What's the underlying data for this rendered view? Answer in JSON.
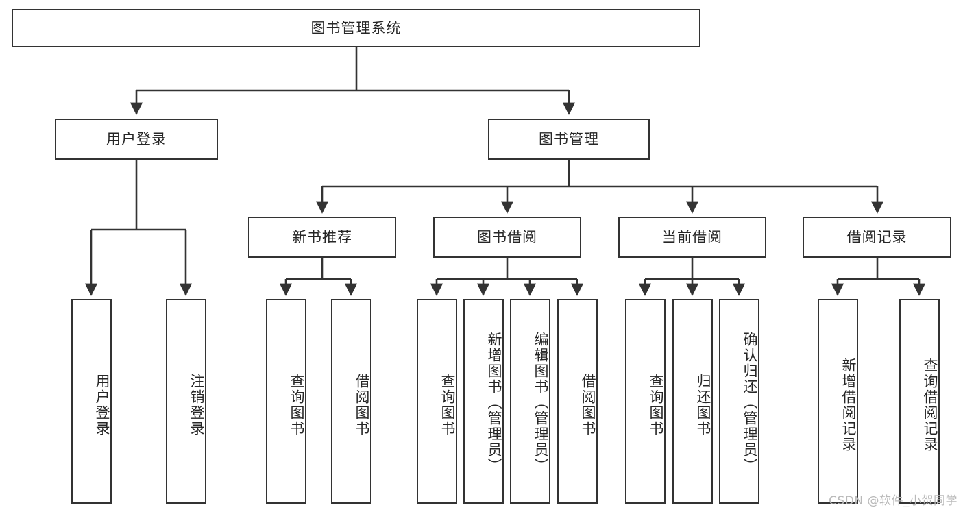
{
  "diagram": {
    "title": "图书管理系统",
    "watermark": "CSDN @软件_小贺同学",
    "colors": {
      "stroke": "#333333",
      "text": "#262626",
      "background": "#ffffff",
      "watermark": "#b9b9b9"
    },
    "levels": {
      "root": {
        "label": "图书管理系统"
      },
      "level2": [
        {
          "label": "用户登录"
        },
        {
          "label": "图书管理"
        }
      ],
      "level3": [
        {
          "label": "新书推荐"
        },
        {
          "label": "图书借阅"
        },
        {
          "label": "当前借阅"
        },
        {
          "label": "借阅记录"
        }
      ],
      "leaves": {
        "user_login": [
          {
            "label": "用户登录"
          },
          {
            "label": "注销登录"
          }
        ],
        "new_book_recommend": [
          {
            "label": "查询图书"
          },
          {
            "label": "借阅图书"
          }
        ],
        "book_borrow": [
          {
            "label": "查询图书"
          },
          {
            "label": "新增图书（管理员）"
          },
          {
            "label": "编辑图书（管理员）"
          },
          {
            "label": "借阅图书"
          }
        ],
        "current_borrow": [
          {
            "label": "查询图书"
          },
          {
            "label": "归还图书"
          },
          {
            "label": "确认归还（管理员）"
          }
        ],
        "borrow_record": [
          {
            "label": "新增借阅记录"
          },
          {
            "label": "查询借阅记录"
          }
        ]
      }
    }
  }
}
